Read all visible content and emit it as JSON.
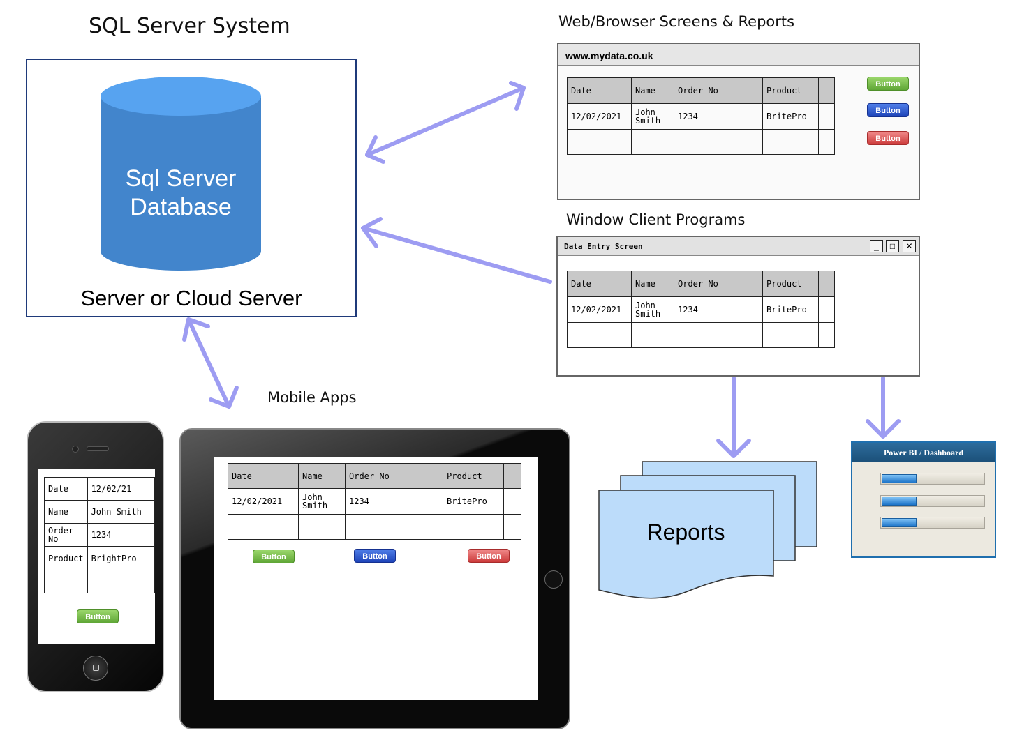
{
  "headings": {
    "sql_server": "SQL Server System",
    "web": "Web/Browser Screens & Reports",
    "window_client": "Window Client Programs",
    "mobile": "Mobile Apps"
  },
  "server": {
    "db_label_line1": "Sql Server",
    "db_label_line2": "Database",
    "caption": "Server or Cloud Server"
  },
  "table": {
    "headers": [
      "Date",
      "Name",
      "Order No",
      "Product"
    ],
    "row": [
      "12/02/2021",
      "John",
      "Smith",
      "1234",
      "BritePro"
    ]
  },
  "web_window": {
    "url": "www.mydata.co.uk",
    "buttons": [
      "Button",
      "Button",
      "Button"
    ]
  },
  "app_window": {
    "title": "Data Entry Screen",
    "controls": [
      "_",
      "□",
      "✕"
    ]
  },
  "phone": {
    "rows": [
      {
        "label": "Date",
        "value": "12/02/21"
      },
      {
        "label": "Name",
        "value": "John Smith"
      },
      {
        "label": "Order",
        "label2": "No",
        "value": "1234"
      },
      {
        "label": "Product",
        "value": "BrightPro"
      }
    ],
    "button": "Button"
  },
  "tablet": {
    "buttons": [
      "Button",
      "Button",
      "Button"
    ]
  },
  "reports": {
    "label": "Reports"
  },
  "power_bi": {
    "title": "Power BI / Dashboard",
    "levels": [
      0.34,
      0.34,
      0.34
    ]
  },
  "colors": {
    "arrow": "#9d9cf2",
    "db_fill": "#4285cc",
    "db_top": "#57a3f0",
    "report_fill": "#bcdcfa"
  }
}
